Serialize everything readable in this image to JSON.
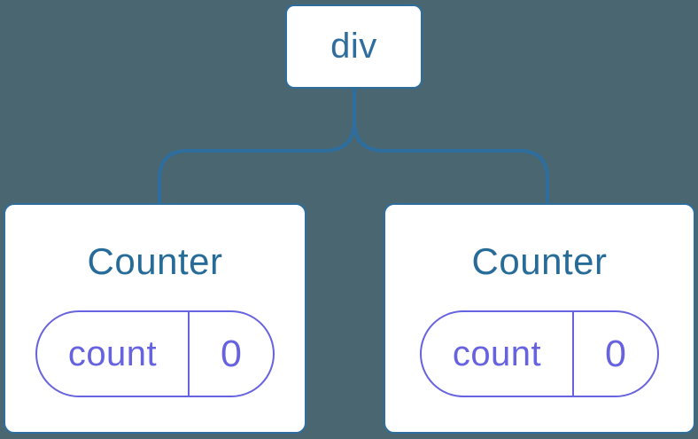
{
  "diagram": {
    "description": "Component tree: a div root element with two Counter children, each with its own count state",
    "root": {
      "label": "div"
    },
    "children": [
      {
        "title": "Counter",
        "state": {
          "key": "count",
          "value": "0"
        }
      },
      {
        "title": "Counter",
        "state": {
          "key": "count",
          "value": "0"
        }
      }
    ],
    "colors": {
      "background": "#4A6670",
      "node_border_blue": "#2E6E9E",
      "connector_blue": "#2E6E9E",
      "title_blue": "#276C99",
      "state_purple": "#6662E0",
      "node_background": "#FFFFFF"
    }
  }
}
